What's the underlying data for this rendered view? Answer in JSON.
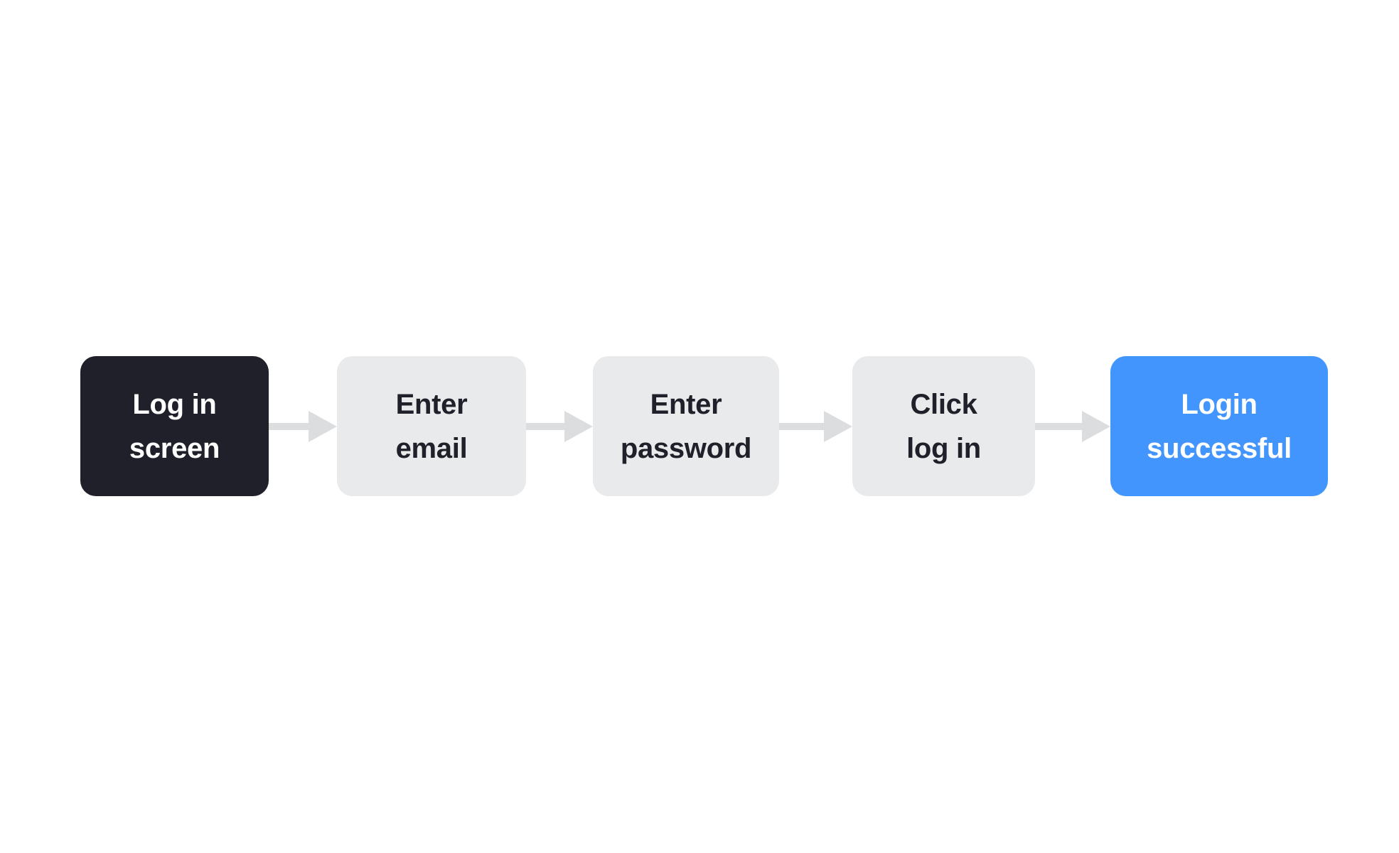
{
  "diagram": {
    "type": "flowchart",
    "orientation": "horizontal",
    "background_color": "#FFFFFF",
    "nodes": [
      {
        "id": "login-screen",
        "lines": [
          "Log in",
          "screen"
        ],
        "role": "start",
        "fill_color": "#1F2029",
        "text_color": "#FFFFFF"
      },
      {
        "id": "enter-email",
        "lines": [
          "Enter",
          "email"
        ],
        "role": "step",
        "fill_color": "#E9EAEB",
        "text_color": "#1F2029"
      },
      {
        "id": "enter-password",
        "lines": [
          "Enter",
          "password"
        ],
        "role": "step",
        "fill_color": "#E9EAEB",
        "text_color": "#1F2029"
      },
      {
        "id": "click-log-in",
        "lines": [
          "Click",
          "log in"
        ],
        "role": "step",
        "fill_color": "#E9EAEB",
        "text_color": "#1F2029"
      },
      {
        "id": "login-successful",
        "lines": [
          "Login",
          "successful"
        ],
        "role": "success",
        "fill_color": "#4195FC",
        "text_color": "#FFFFFF"
      }
    ],
    "connectors": [
      {
        "id": "arrow-1",
        "from": "login-screen",
        "to": "enter-email",
        "color": "#DCDDDE",
        "icon": "arrow-right-icon"
      },
      {
        "id": "arrow-2",
        "from": "enter-email",
        "to": "enter-password",
        "color": "#DCDDDE",
        "icon": "arrow-right-icon"
      },
      {
        "id": "arrow-3",
        "from": "enter-password",
        "to": "click-log-in",
        "color": "#DCDDDE",
        "icon": "arrow-right-icon"
      },
      {
        "id": "arrow-4",
        "from": "click-log-in",
        "to": "login-successful",
        "color": "#DCDDDE",
        "icon": "arrow-right-icon"
      }
    ]
  }
}
